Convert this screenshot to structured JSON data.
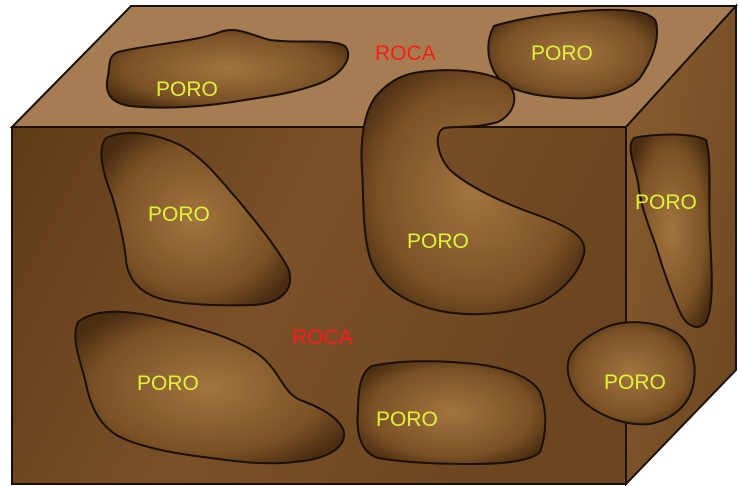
{
  "colors": {
    "top_face": "#a67c52",
    "front_face": "#6b4520",
    "side_face": "#7a522a",
    "pore_light": "#a3743f",
    "pore_dark": "#4a2c10",
    "outline": "#1a1008",
    "pore_text": "#dff23a",
    "rock_text": "#ff1a1a"
  },
  "labels": {
    "rock_top": "ROCA",
    "rock_front": "ROCA",
    "pores": [
      {
        "id": "top-left",
        "text": "PORO"
      },
      {
        "id": "top-right",
        "text": "PORO"
      },
      {
        "id": "front-upper-left",
        "text": "PORO"
      },
      {
        "id": "front-center-curved",
        "text": "PORO"
      },
      {
        "id": "side-upper",
        "text": "PORO"
      },
      {
        "id": "front-lower-left",
        "text": "PORO"
      },
      {
        "id": "front-lower-center",
        "text": "PORO"
      },
      {
        "id": "side-lower",
        "text": "PORO"
      }
    ]
  }
}
